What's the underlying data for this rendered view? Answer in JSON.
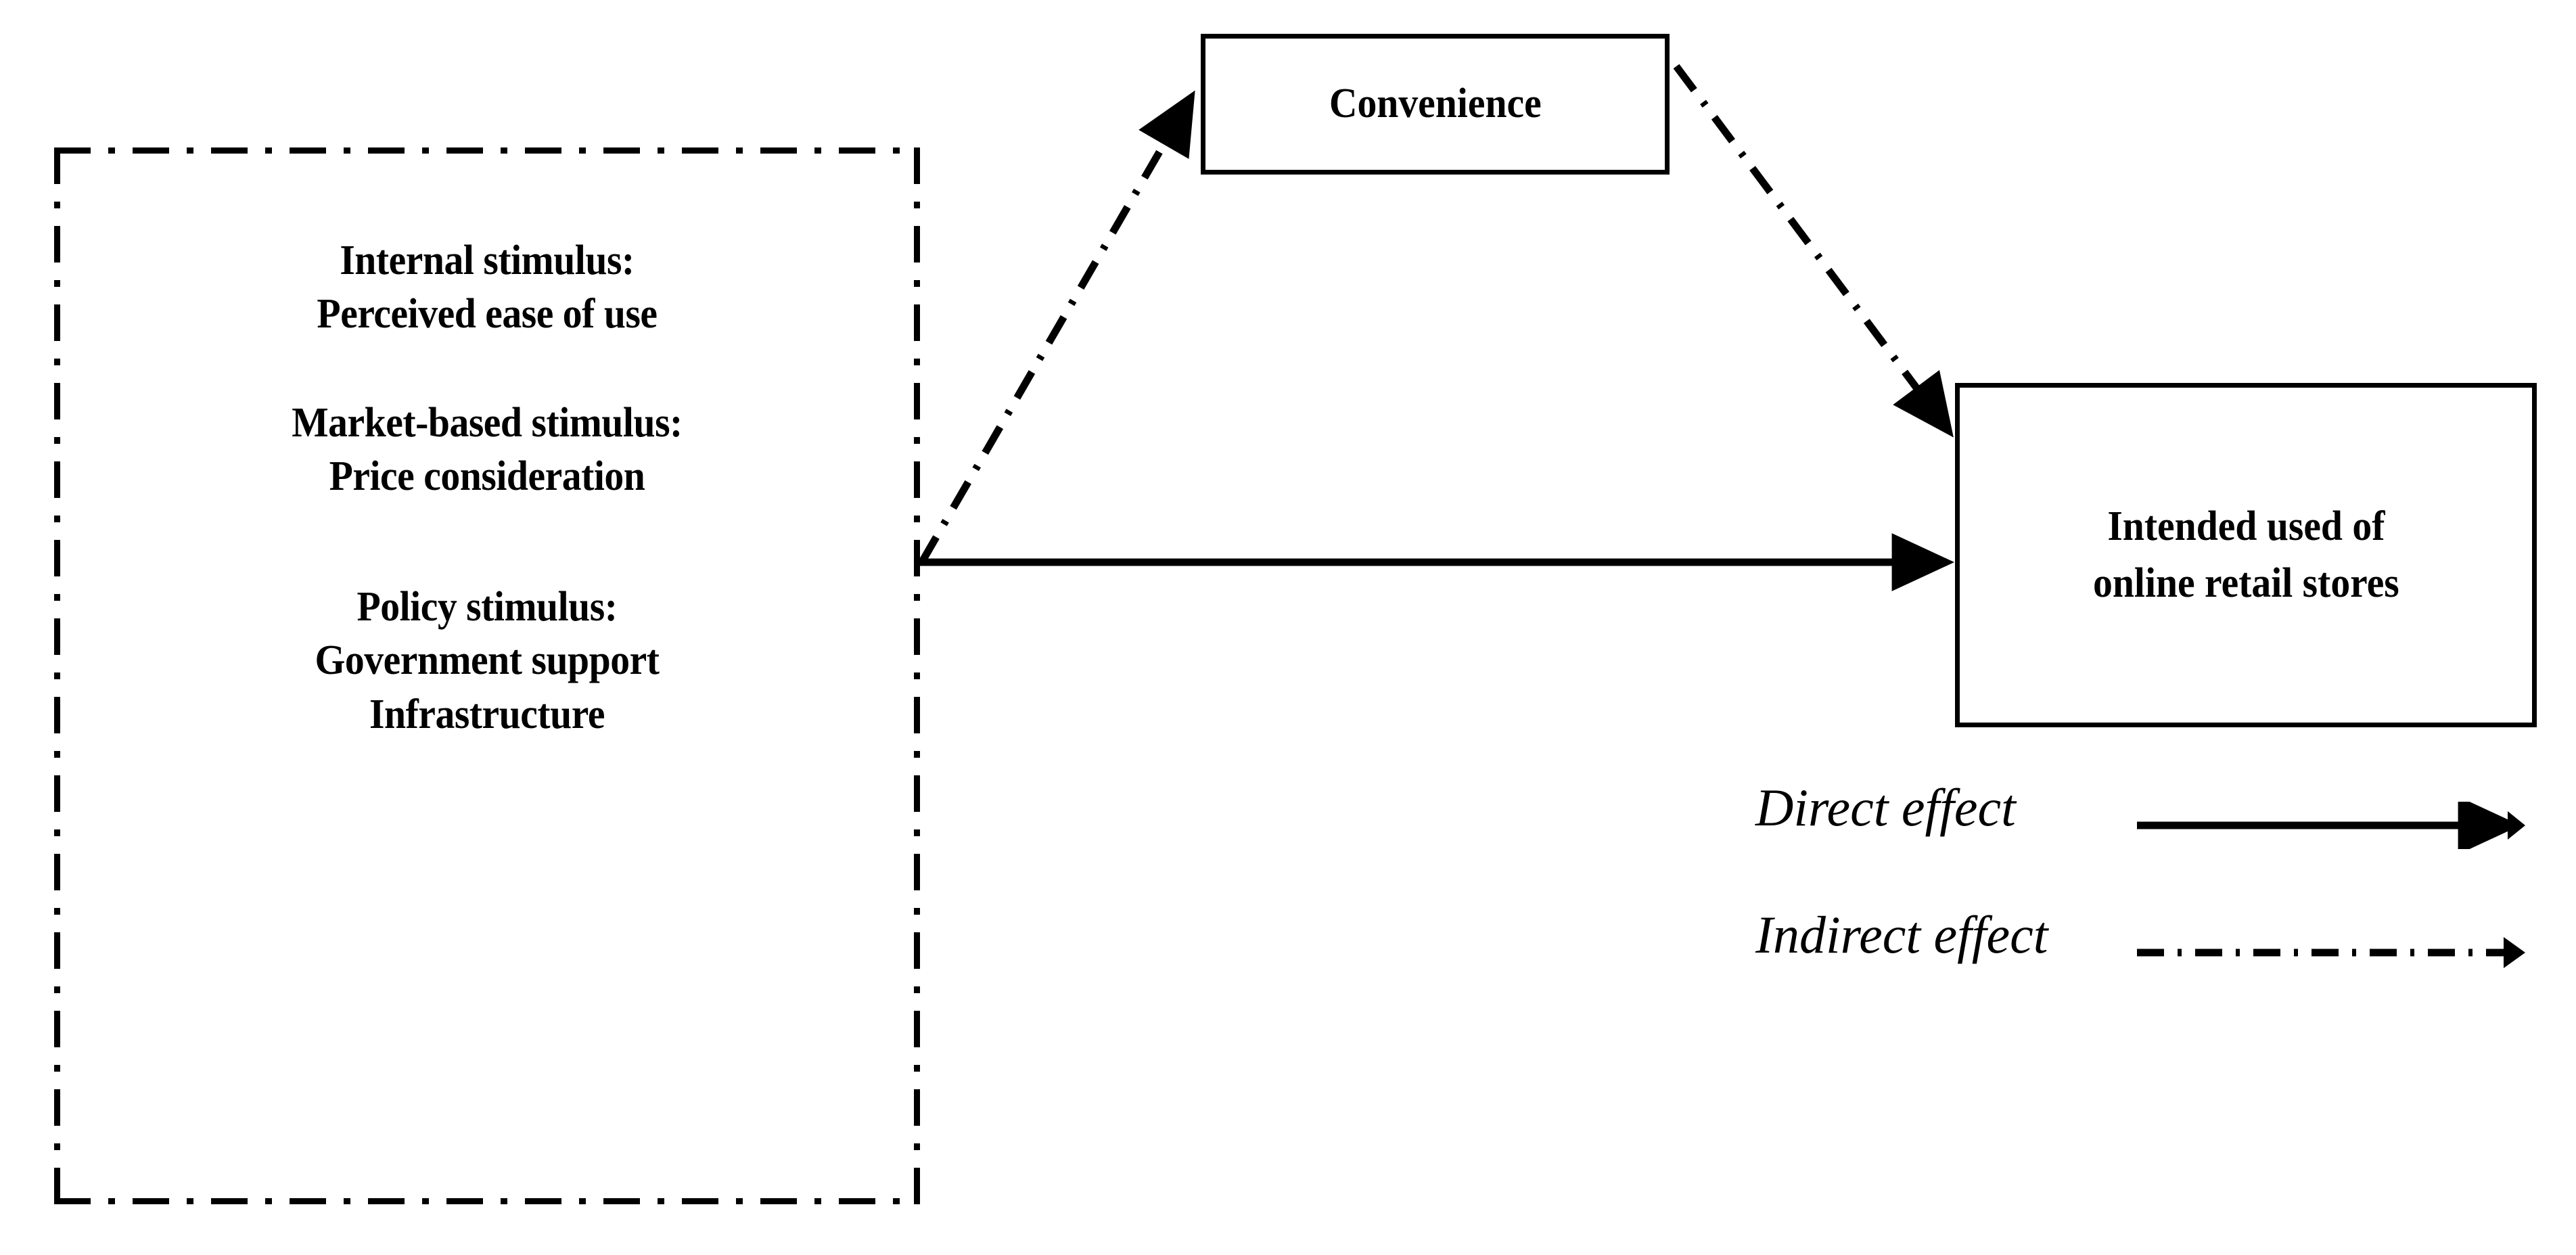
{
  "figure": {
    "type": "conceptual-framework-diagram",
    "background_color": "#ffffff",
    "line_color": "#000000"
  },
  "stimulus_container": {
    "name": "stimulus-container",
    "border_style": "dash-dot",
    "groups": [
      {
        "id": "internal",
        "heading": "Internal stimulus:",
        "items": [
          "Perceived ease of use"
        ]
      },
      {
        "id": "market",
        "heading": "Market-based stimulus:",
        "items": [
          "Price consideration"
        ]
      },
      {
        "id": "policy",
        "heading": "Policy stimulus:",
        "items": [
          "Government support",
          "Infrastructure"
        ]
      }
    ]
  },
  "nodes": [
    {
      "id": "convenience",
      "lines": [
        "Convenience"
      ]
    },
    {
      "id": "intended",
      "lines": [
        "Intended used of",
        "online retail stores"
      ]
    }
  ],
  "connectors": [
    {
      "id": "stimulus-to-convenience",
      "style": "dash-dot",
      "effect": "indirect",
      "from": "stimulus-container",
      "to": "convenience"
    },
    {
      "id": "convenience-to-intended",
      "style": "dash-dot",
      "effect": "indirect",
      "from": "convenience",
      "to": "intended"
    },
    {
      "id": "stimulus-to-intended",
      "style": "solid",
      "effect": "direct",
      "from": "stimulus-container",
      "to": "intended"
    }
  ],
  "legend": {
    "name": "effect-legend",
    "entries": [
      {
        "id": "direct",
        "label": "Direct effect",
        "line_style": "solid"
      },
      {
        "id": "indirect",
        "label": "Indirect effect",
        "line_style": "dash-dot"
      }
    ]
  }
}
